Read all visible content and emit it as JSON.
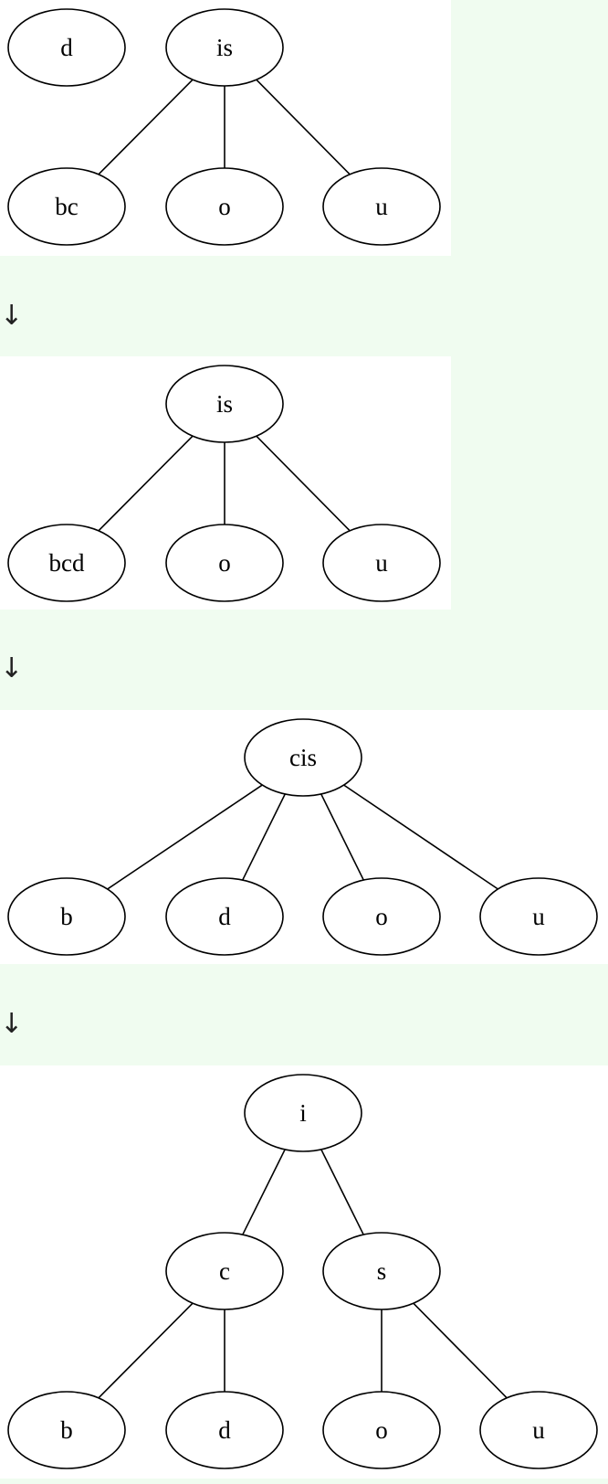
{
  "arrow_symbol": "↓",
  "diagrams": [
    {
      "nodes": [
        {
          "id": "d",
          "label": "d"
        },
        {
          "id": "is",
          "label": "is"
        },
        {
          "id": "bc",
          "label": "bc"
        },
        {
          "id": "o",
          "label": "o"
        },
        {
          "id": "u",
          "label": "u"
        }
      ],
      "edges": [
        [
          "is",
          "bc"
        ],
        [
          "is",
          "o"
        ],
        [
          "is",
          "u"
        ]
      ]
    },
    {
      "nodes": [
        {
          "id": "is",
          "label": "is"
        },
        {
          "id": "bcd",
          "label": "bcd"
        },
        {
          "id": "o",
          "label": "o"
        },
        {
          "id": "u",
          "label": "u"
        }
      ],
      "edges": [
        [
          "is",
          "bcd"
        ],
        [
          "is",
          "o"
        ],
        [
          "is",
          "u"
        ]
      ]
    },
    {
      "nodes": [
        {
          "id": "cis",
          "label": "cis"
        },
        {
          "id": "b",
          "label": "b"
        },
        {
          "id": "d",
          "label": "d"
        },
        {
          "id": "o",
          "label": "o"
        },
        {
          "id": "u",
          "label": "u"
        }
      ],
      "edges": [
        [
          "cis",
          "b"
        ],
        [
          "cis",
          "d"
        ],
        [
          "cis",
          "o"
        ],
        [
          "cis",
          "u"
        ]
      ]
    },
    {
      "nodes": [
        {
          "id": "i",
          "label": "i"
        },
        {
          "id": "c",
          "label": "c"
        },
        {
          "id": "s",
          "label": "s"
        },
        {
          "id": "b",
          "label": "b"
        },
        {
          "id": "d",
          "label": "d"
        },
        {
          "id": "o",
          "label": "o"
        },
        {
          "id": "u",
          "label": "u"
        }
      ],
      "edges": [
        [
          "i",
          "c"
        ],
        [
          "i",
          "s"
        ],
        [
          "c",
          "b"
        ],
        [
          "c",
          "d"
        ],
        [
          "s",
          "o"
        ],
        [
          "s",
          "u"
        ]
      ]
    }
  ]
}
